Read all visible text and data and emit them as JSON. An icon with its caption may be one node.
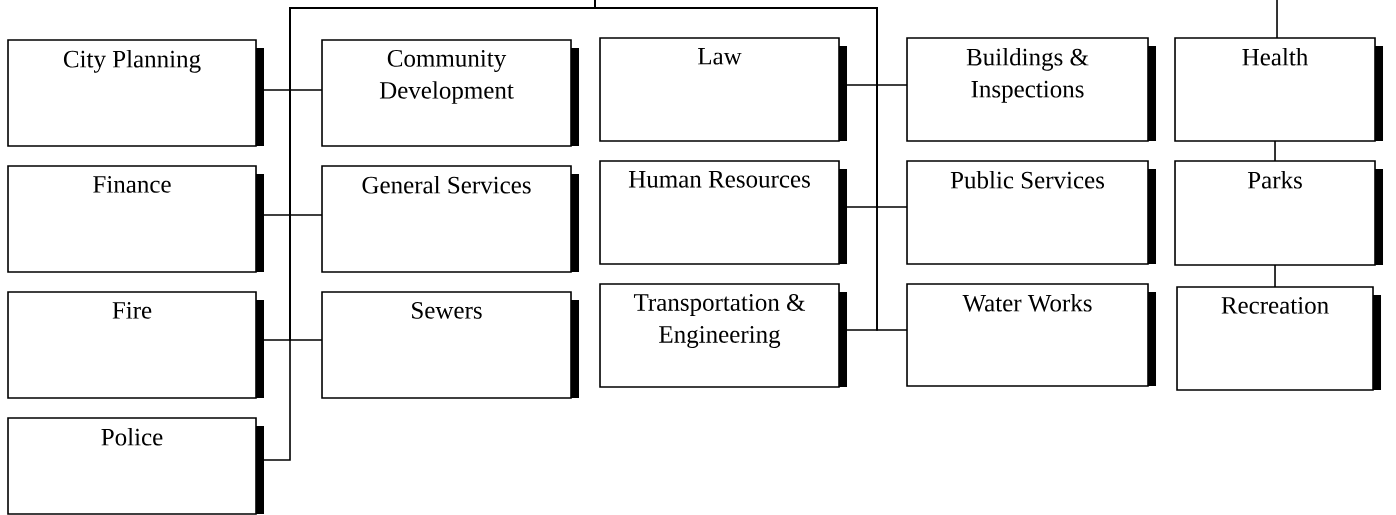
{
  "diagram": {
    "nodes": [
      {
        "text": [
          "City Planning"
        ]
      },
      {
        "text": [
          "Finance"
        ]
      },
      {
        "text": [
          "Fire"
        ]
      },
      {
        "text": [
          "Police"
        ]
      },
      {
        "text": [
          "Community Development"
        ]
      },
      {
        "text": [
          "General Services"
        ]
      },
      {
        "text": [
          "Sewers"
        ]
      },
      {
        "text": [
          "Law"
        ]
      },
      {
        "text": [
          "Human Resources"
        ]
      },
      {
        "text": [
          "Transportation & Engineering"
        ]
      },
      {
        "text": [
          "Buildings & Inspections"
        ]
      },
      {
        "text": [
          "Public Services"
        ]
      },
      {
        "text": [
          "Water Works"
        ]
      },
      {
        "text": [
          "Health"
        ]
      },
      {
        "text": [
          "Parks"
        ]
      },
      {
        "text": [
          "Recreation"
        ]
      }
    ],
    "edges": [
      {
        "from": null,
        "to": 0,
        "arrow": "none"
      },
      {
        "from": null,
        "to": 1,
        "arrow": "none"
      },
      {
        "from": null,
        "to": 2,
        "arrow": "none"
      },
      {
        "from": null,
        "to": 3,
        "arrow": "none"
      },
      {
        "from": null,
        "to": 4,
        "arrow": "none"
      },
      {
        "from": null,
        "to": 5,
        "arrow": "none"
      },
      {
        "from": null,
        "to": 6,
        "arrow": "none"
      },
      {
        "from": null,
        "to": 7,
        "arrow": "none"
      },
      {
        "from": null,
        "to": 8,
        "arrow": "none"
      },
      {
        "from": null,
        "to": 9,
        "arrow": "none"
      },
      {
        "from": null,
        "to": 10,
        "arrow": "none"
      },
      {
        "from": null,
        "to": 11,
        "arrow": "none"
      },
      {
        "from": null,
        "to": 12,
        "arrow": "none"
      },
      {
        "from": null,
        "to": 13,
        "arrow": "none"
      },
      {
        "from": 13,
        "to": 14,
        "arrow": "none"
      },
      {
        "from": 14,
        "to": 15,
        "arrow": "none"
      }
    ]
  }
}
